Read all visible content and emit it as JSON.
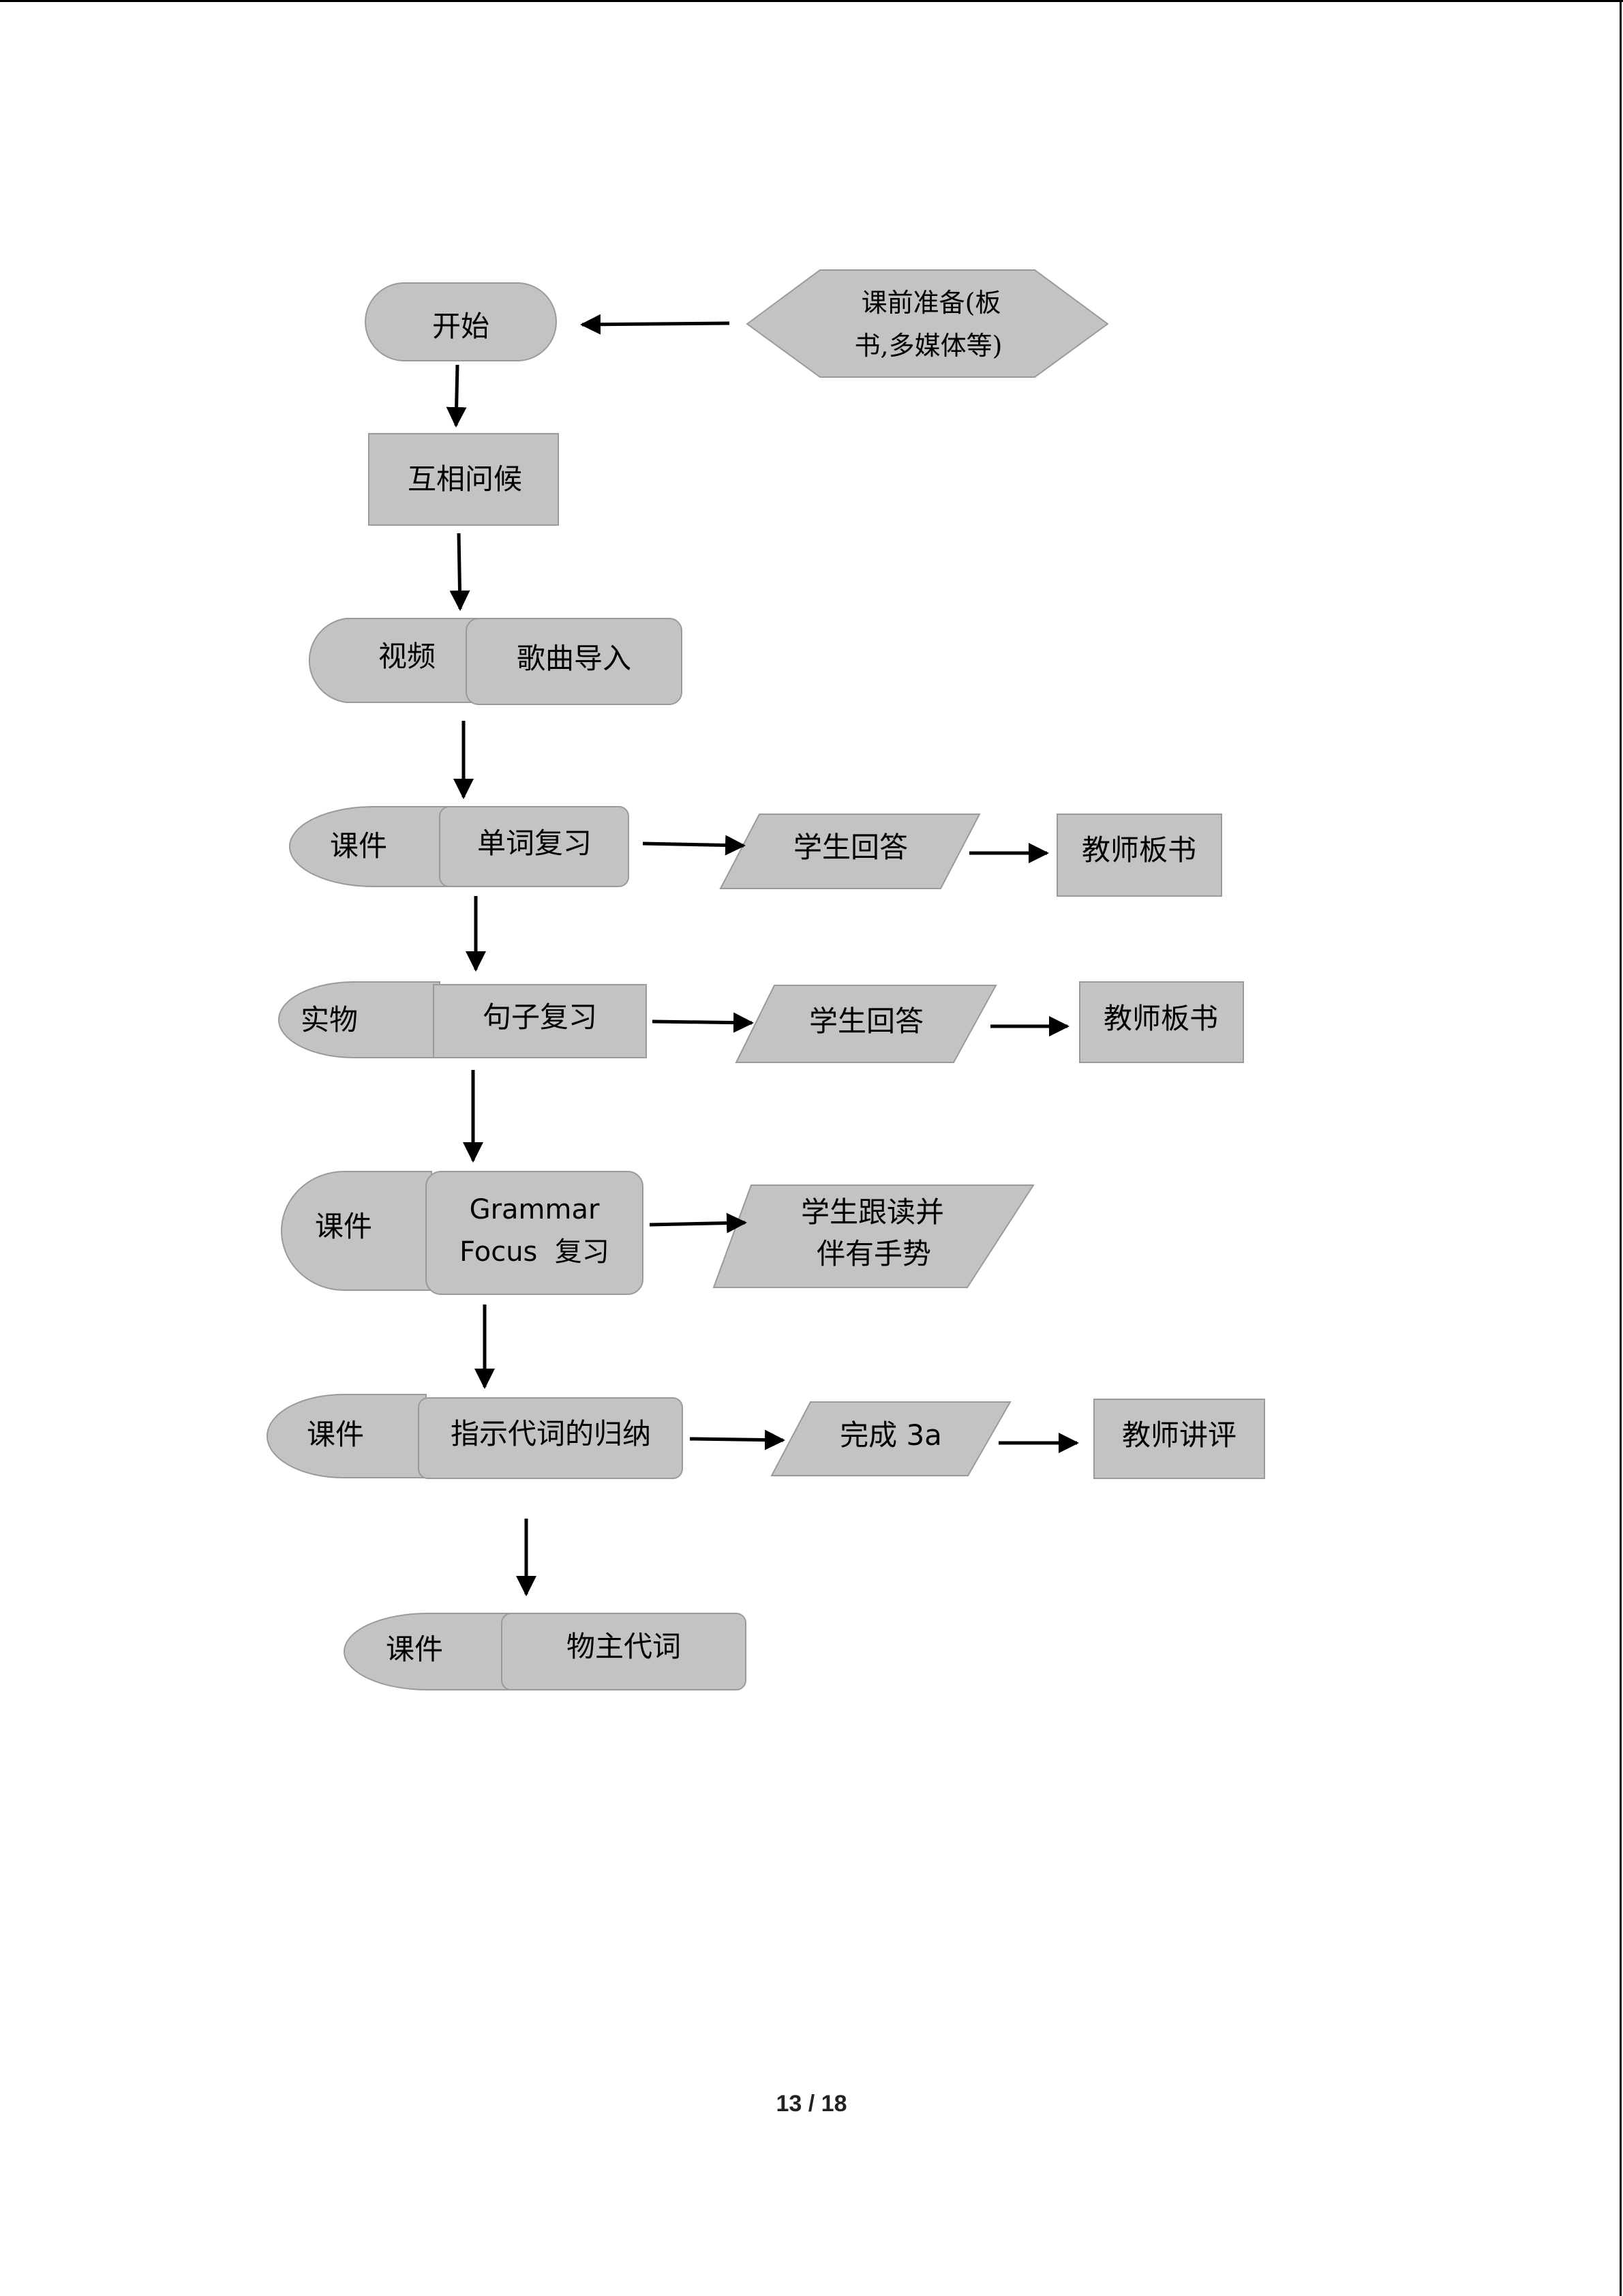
{
  "flowchart": {
    "start": "开始",
    "prep_line1": "课前准备(板",
    "prep_line2": "书,多媒体等)",
    "greet": "互相问候",
    "step1": {
      "resource": "视频",
      "activity": "歌曲导入"
    },
    "step2": {
      "resource": "课件",
      "activity": "单词复习",
      "response": "学生回答",
      "followup": "教师板书"
    },
    "step3": {
      "resource": "实物",
      "activity": "句子复习",
      "response": "学生回答",
      "followup": "教师板书"
    },
    "step4": {
      "resource": "课件",
      "activity_line1": "Grammar",
      "activity_line2": "Focus  复习",
      "response_line1": "学生跟读并",
      "response_line2": "伴有手势"
    },
    "step5": {
      "resource": "课件",
      "activity": "指示代词的归纳",
      "response": "完成 3a",
      "followup": "教师讲评"
    },
    "step6": {
      "resource": "课件",
      "activity": "物主代词"
    }
  },
  "page_number": "13 / 18",
  "colors": {
    "shape_fill": "#c3c3c3",
    "shape_stroke": "#9a9a9a",
    "arrow": "#000000"
  }
}
